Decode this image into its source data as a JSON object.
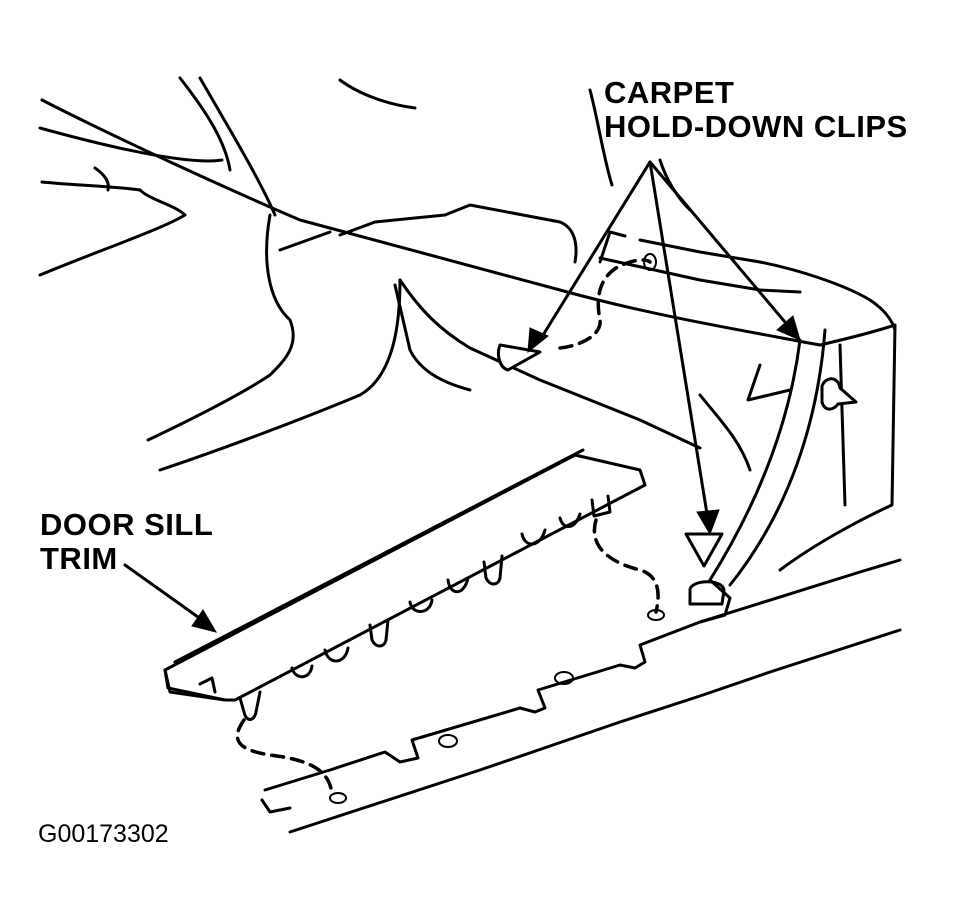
{
  "labels": {
    "carpet_line1": "CARPET",
    "carpet_line2": "HOLD-DOWN CLIPS",
    "door_line1": "DOOR SILL",
    "door_line2": "TRIM"
  },
  "figure_code": "G00173302"
}
